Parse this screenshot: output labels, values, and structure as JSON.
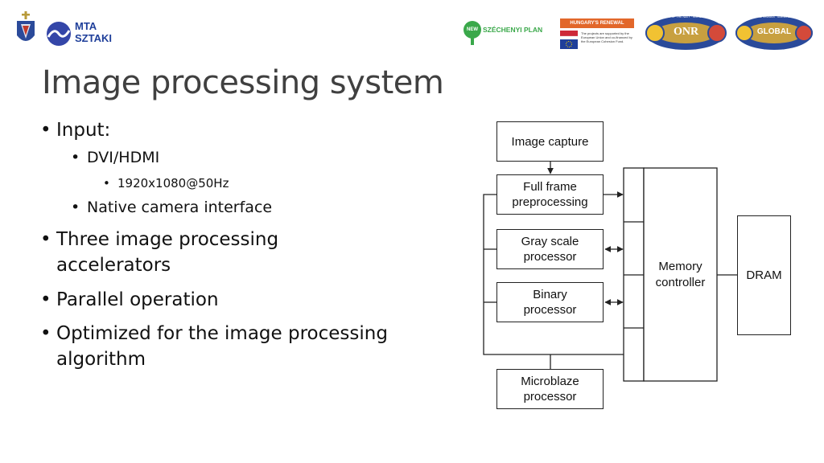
{
  "header": {
    "sztaki_logo": {
      "line1": "MTA",
      "line2": "SZTAKI"
    },
    "szechenyi_logo": {
      "badge": "NEW",
      "text": "SZÉCHENYI PLAN"
    },
    "renewal_logo": {
      "banner": "HUNGARY'S RENEWAL",
      "text": "The projects are supported by the European Union and co-financed by the European Cohesion Fund."
    },
    "onr_logo": {
      "ring_text": "DEPARTMENT OF THE NAVY · Science & Technology",
      "center": "ONR"
    },
    "onr_global_logo": {
      "ring_text": "Office of Naval Research · Science & Technology",
      "center": "GLOBAL"
    }
  },
  "slide": {
    "title": "Image processing system",
    "bullets": [
      {
        "level": 1,
        "text": "Input:"
      },
      {
        "level": 2,
        "text": "DVI/HDMI"
      },
      {
        "level": 3,
        "text": "1920x1080@50Hz"
      },
      {
        "level": 2,
        "text": "Native camera interface"
      },
      {
        "level": 1,
        "text": "Three image processing"
      },
      {
        "level": 1,
        "text": "accelerators",
        "continuation": true
      },
      {
        "level": 1,
        "text": "Parallel operation"
      },
      {
        "level": 1,
        "text": "Optimized for the image processing"
      },
      {
        "level": 1,
        "text": "algorithm",
        "continuation": true
      }
    ]
  },
  "diagram": {
    "blocks": {
      "image_capture": "Image capture",
      "full_frame_1": "Full frame",
      "full_frame_2": "preprocessing",
      "gray_1": "Gray scale",
      "gray_2": "processor",
      "binary_1": "Binary",
      "binary_2": "processor",
      "microblaze_1": "Microblaze",
      "microblaze_2": "processor",
      "memctl_1": "Memory",
      "memctl_2": "controller",
      "dram": "DRAM"
    }
  }
}
